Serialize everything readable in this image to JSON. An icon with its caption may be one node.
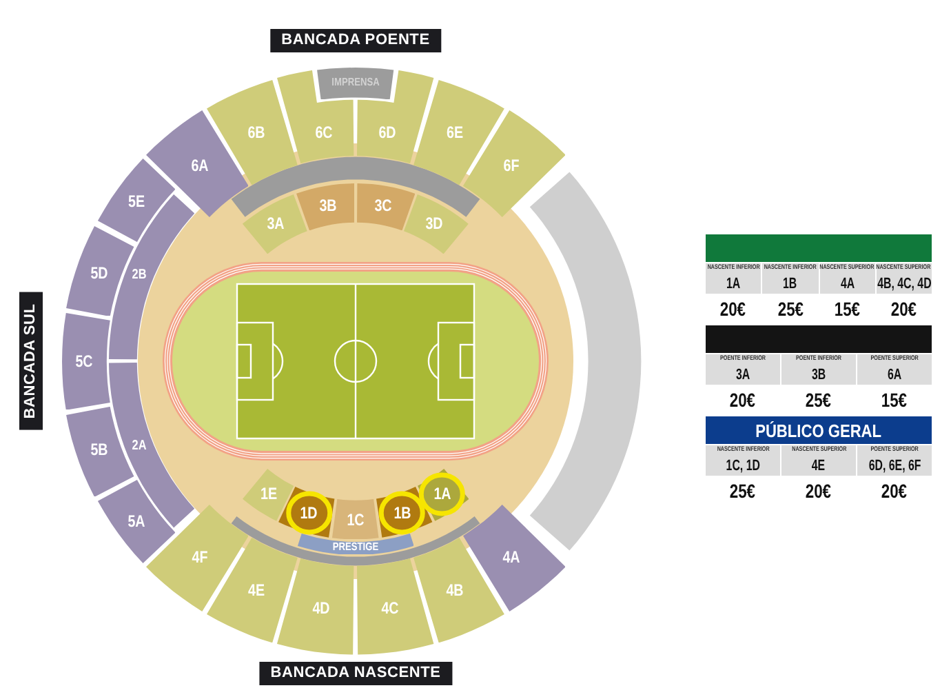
{
  "diagram": {
    "nodes": [
      {
        "text": [
          "BANCADA POENTE"
        ]
      },
      {
        "text": [
          "IMPRENSA"
        ]
      },
      {
        "text": [
          "6A"
        ]
      },
      {
        "text": [
          "6B"
        ]
      },
      {
        "text": [
          "6C"
        ]
      },
      {
        "text": [
          "6D"
        ]
      },
      {
        "text": [
          "6E"
        ]
      },
      {
        "text": [
          "6F"
        ]
      },
      {
        "text": [
          "5E"
        ]
      },
      {
        "text": [
          "3A"
        ]
      },
      {
        "text": [
          "3B"
        ]
      },
      {
        "text": [
          "3C"
        ]
      },
      {
        "text": [
          "3D"
        ]
      },
      {
        "text": [
          "5D"
        ]
      },
      {
        "text": [
          "2B"
        ]
      },
      {
        "text": [
          "BANCADA SUL"
        ]
      },
      {
        "text": [
          "5C"
        ]
      },
      {
        "text": [
          "2A"
        ]
      },
      {
        "text": [
          "5B"
        ]
      },
      {
        "text": [
          "5A"
        ]
      },
      {
        "text": [
          "1E"
        ]
      },
      {
        "text": [
          "1D"
        ]
      },
      {
        "text": [
          "1C"
        ]
      },
      {
        "text": [
          "1B"
        ]
      },
      {
        "text": [
          "1A"
        ]
      },
      {
        "text": [
          "PRESTIGE"
        ]
      },
      {
        "text": [
          "4F"
        ]
      },
      {
        "text": [
          "4E"
        ]
      },
      {
        "text": [
          "4D"
        ]
      },
      {
        "text": [
          "4C"
        ]
      },
      {
        "text": [
          "4B"
        ]
      },
      {
        "text": [
          "4A"
        ]
      },
      {
        "text": [
          "BANCADA NASCENTE"
        ]
      }
    ],
    "labels": [
      "NASCENTE INFERIOR",
      "NASCENTE INFERIOR",
      "NASCENTE SUPERIOR",
      "NASCENTE SUPERIOR",
      "1A",
      "1B",
      "4A",
      "4B, 4C, 4D",
      "20€",
      "25€",
      "15€",
      "20€",
      "POENTE INFERIOR",
      "POENTE INFERIOR",
      "POENTE SUPERIOR",
      "3A",
      "3B",
      "6A",
      "20€",
      "25€",
      "15€",
      "PÚBLICO GERAL",
      "NASCENTE INFERIOR",
      "NASCENTE SUPERIOR",
      "POENTE SUPERIOR",
      "1C, 1D",
      "4E",
      "6D, 6E, 6F",
      "25€",
      "20€",
      "20€"
    ]
  }
}
